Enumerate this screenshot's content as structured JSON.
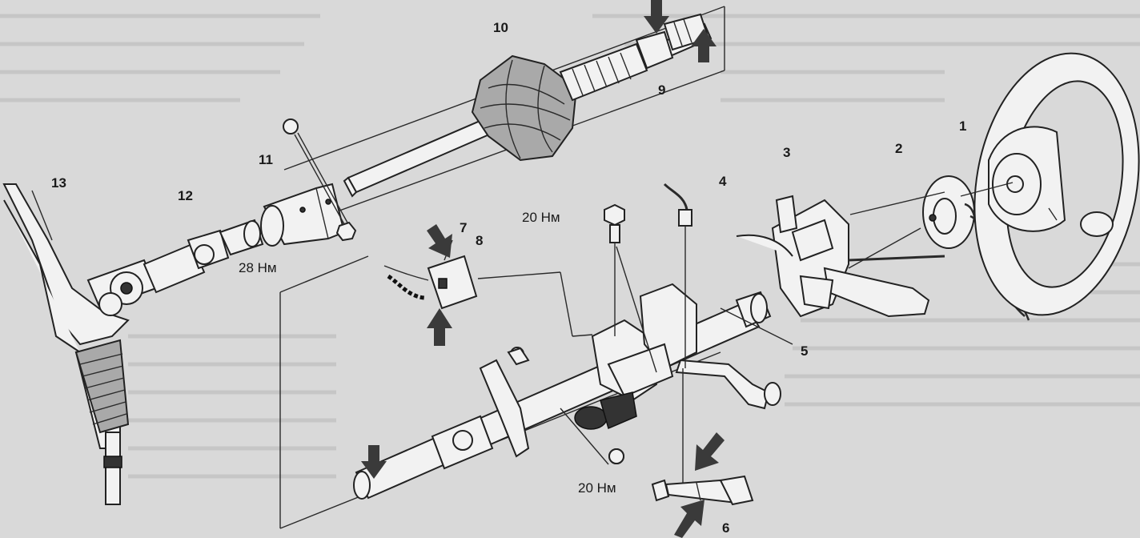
{
  "labels": {
    "l1": "1",
    "l2": "2",
    "l3": "3",
    "l4": "4",
    "l5": "5",
    "l6": "6",
    "l7": "7",
    "l8": "8",
    "l9": "9",
    "l10": "10",
    "l11": "11",
    "l12": "12",
    "l13": "13"
  },
  "torques": {
    "t_bolt_20": "20 Нм",
    "t_nut_28": "28 Нм",
    "t_nut_20": "20 Нм"
  }
}
